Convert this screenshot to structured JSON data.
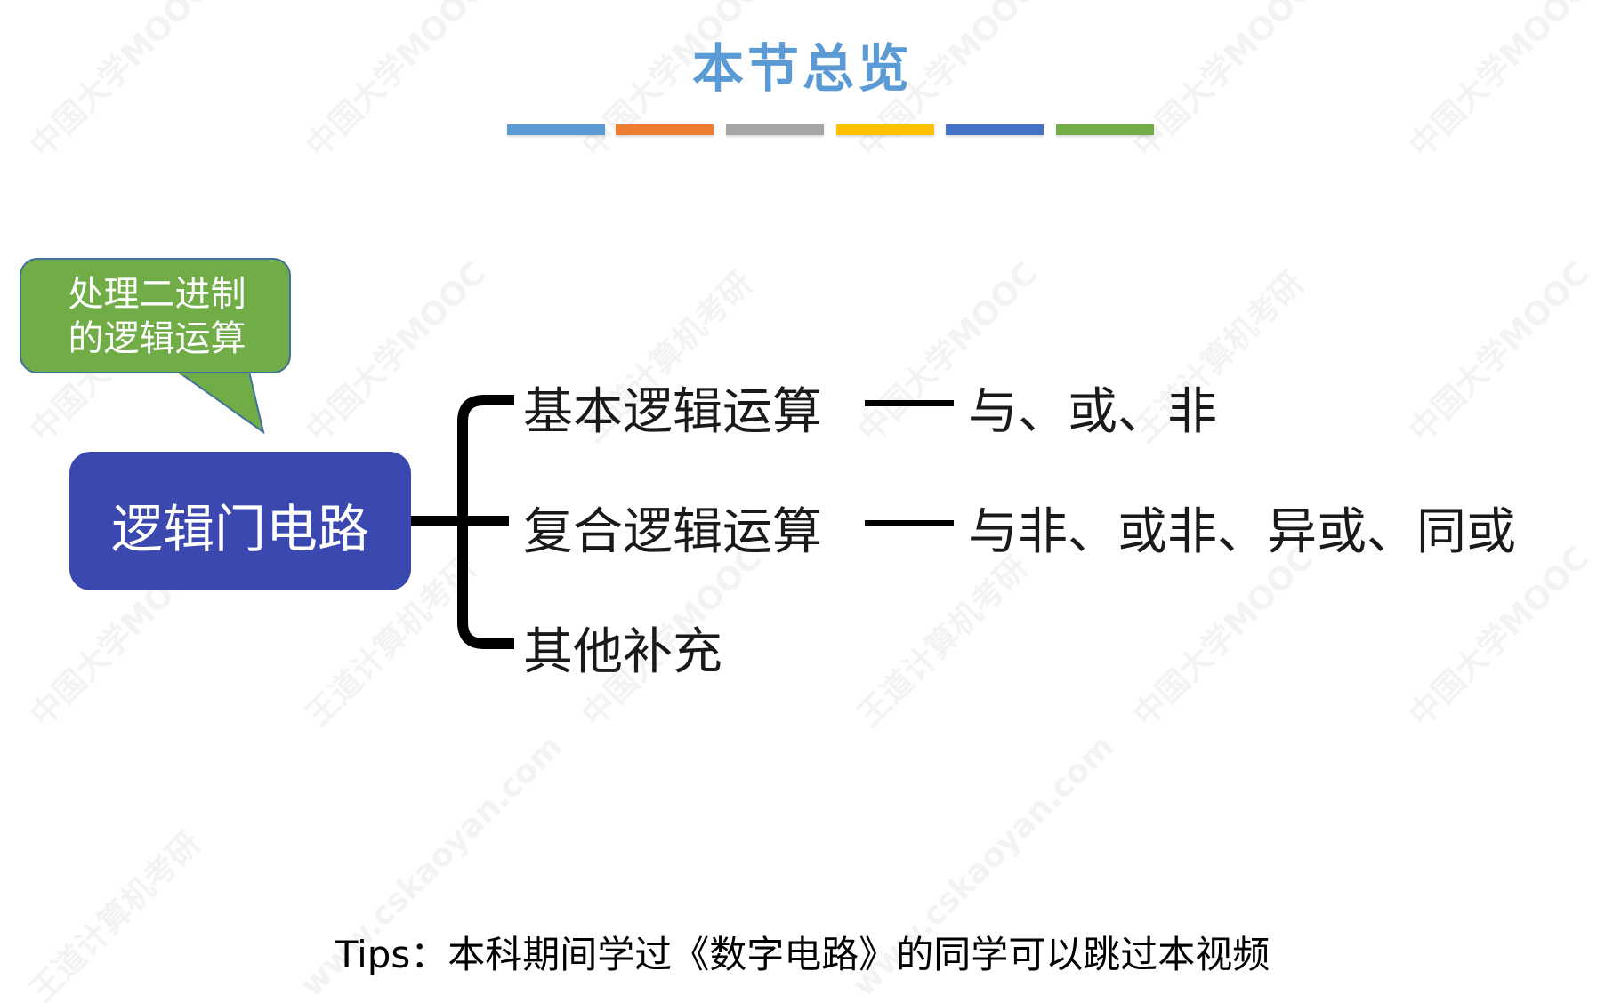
{
  "title": "本节总览",
  "colors": {
    "title": "#5b9bd5",
    "bars": [
      "#5b9bd5",
      "#ed7d31",
      "#a5a5a5",
      "#ffc000",
      "#4472c4",
      "#70ad47"
    ],
    "callout_fill": "#70ad47",
    "callout_border": "#41719c",
    "root_fill": "#3a48b0"
  },
  "callout": {
    "line1": "处理二进制",
    "line2": "的逻辑运算"
  },
  "root": {
    "label": "逻辑门电路"
  },
  "branches": [
    {
      "label": "基本逻辑运算",
      "detail": "与、或、非"
    },
    {
      "label": "复合逻辑运算",
      "detail": "与非、或非、异或、同或"
    },
    {
      "label": "其他补充",
      "detail": ""
    }
  ],
  "tips": "Tips：本科期间学过《数字电路》的同学可以跳过本视频",
  "watermark": {
    "text1": "中国大学MOOC",
    "text2": "王道计算机考研",
    "text3": "www.cskaoyan.com"
  }
}
